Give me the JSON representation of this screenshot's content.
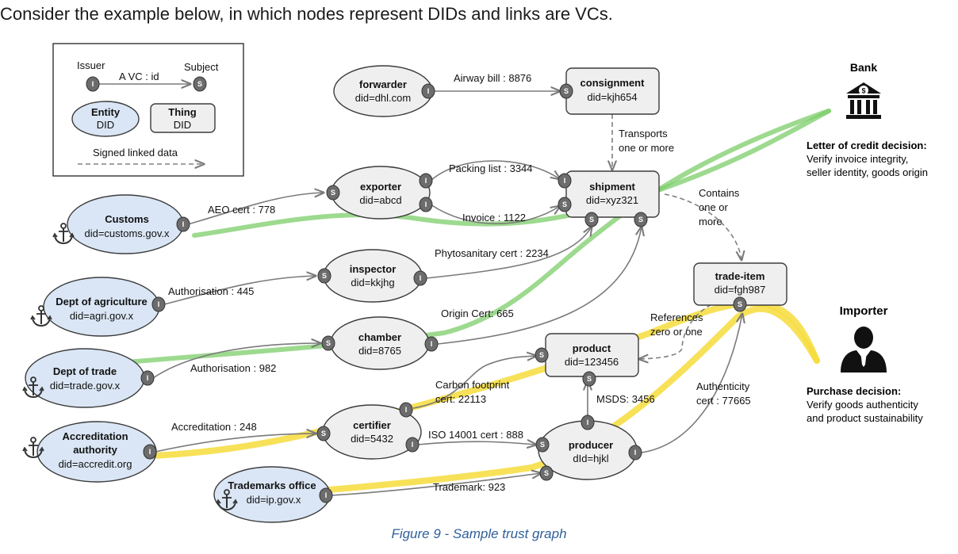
{
  "intro": "Consider the example below, in which nodes represent DIDs and links are VCs.",
  "caption": "Figure 9 - Sample trust graph",
  "legend": {
    "issuer": "Issuer",
    "subject": "Subject",
    "vc_label": "A VC : id",
    "entity": "Entity",
    "entity_did": "DID",
    "thing": "Thing",
    "thing_did": "DID",
    "signed": "Signed linked data",
    "issuer_port": "I",
    "subject_port": "S"
  },
  "nodes": {
    "forwarder": {
      "name": "forwarder",
      "did": "did=dhl.com"
    },
    "consignment": {
      "name": "consignment",
      "did": "did=kjh654"
    },
    "exporter": {
      "name": "exporter",
      "did": "did=abcd"
    },
    "shipment": {
      "name": "shipment",
      "did": "did=xyz321"
    },
    "customs": {
      "name": "Customs",
      "did": "did=customs.gov.x"
    },
    "inspector": {
      "name": "inspector",
      "did": "did=kkjhg"
    },
    "agri": {
      "name": "Dept of agriculture",
      "did": "did=agri.gov.x"
    },
    "chamber": {
      "name": "chamber",
      "did": "did=8765"
    },
    "trade": {
      "name": "Dept of trade",
      "did": "did=trade.gov.x"
    },
    "tradeitem": {
      "name": "trade-item",
      "did": "did=fgh987"
    },
    "product": {
      "name": "product",
      "did": "did=123456"
    },
    "certifier": {
      "name": "certifier",
      "did": "did=5432"
    },
    "accredit": {
      "name_1": "Accreditation",
      "name_2": "authority",
      "did": "did=accredit.org"
    },
    "producer": {
      "name": "producer",
      "did": "dId=hjkl"
    },
    "trademarks": {
      "name": "Trademarks office",
      "did": "did=ip.gov.x"
    }
  },
  "edges": {
    "airway": "Airway bill :  8876",
    "transports_1": "Transports",
    "transports_2": "one or more",
    "packing": "Packing list : 3344",
    "invoice": "Invoice : 1122",
    "aeo": "AEO cert : 778",
    "contains_1": "Contains",
    "contains_2": "one or",
    "contains_3": "more",
    "phyto": "Phytosanitary cert : 2234",
    "auth445": "Authorisation : 445",
    "origin": "Origin Cert: 665",
    "auth982": "Authorisation : 982",
    "references_1": "References",
    "references_2": "zero or one",
    "carbon_1": "Carbon footprint",
    "carbon_2": "cert: 22113",
    "msds": "MSDS: 3456",
    "authenticity_1": "Authenticity",
    "authenticity_2": "cert : 77665",
    "accreditation": "Accreditation : 248",
    "iso": "ISO 14001 cert : 888",
    "trademark": "Trademark: 923"
  },
  "bank": {
    "title": "Bank",
    "decision": "Letter of credit decision:",
    "line1": "Verify invoice integrity,",
    "line2": "seller identity, goods origin"
  },
  "importer": {
    "title": "Importer",
    "decision": "Purchase decision:",
    "line1": "Verify goods authenticity",
    "line2": "and product sustainability"
  },
  "colors": {
    "entity_fill": "#dae6f5",
    "node_fill": "#efefef",
    "port_fill": "#6c6c6c",
    "highlight_green": "#7ccd6a",
    "highlight_yellow": "#f6dc3c",
    "caption": "#2f5f9a"
  },
  "icons": [
    "anchor-icon",
    "bank-icon",
    "importer-person-icon"
  ]
}
